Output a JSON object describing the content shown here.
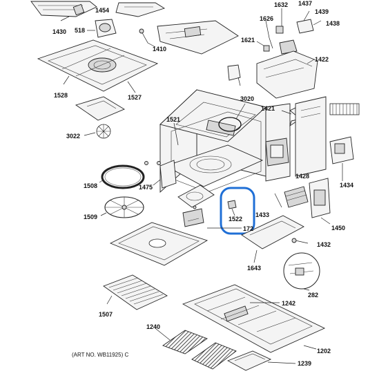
{
  "callouts": {
    "c1454": "1454",
    "c1430": "1430",
    "c518": "518",
    "c1410": "1410",
    "c1632": "1632",
    "c1437": "1437",
    "c1439": "1439",
    "c1438": "1438",
    "c1626": "1626",
    "c1621": "1621",
    "c1422": "1422",
    "c1528": "1528",
    "c1527": "1527",
    "c3020": "3020",
    "c1421": "1421",
    "c3022": "3022",
    "c1521": "1521",
    "c1428": "1428",
    "c1434": "1434",
    "c1508": "1508",
    "c1475": "1475",
    "c1522": "1522",
    "c1433": "1433",
    "c1450": "1450",
    "c1509": "1509",
    "c172": "172",
    "c1432": "1432",
    "c1643": "1643",
    "c282": "282",
    "c1242": "1242",
    "c1507": "1507",
    "c1240": "1240",
    "c1202": "1202",
    "c1239": "1239"
  },
  "art_number": "(ART NO. WB11925) C",
  "highlight_color": "#1f6fd6"
}
